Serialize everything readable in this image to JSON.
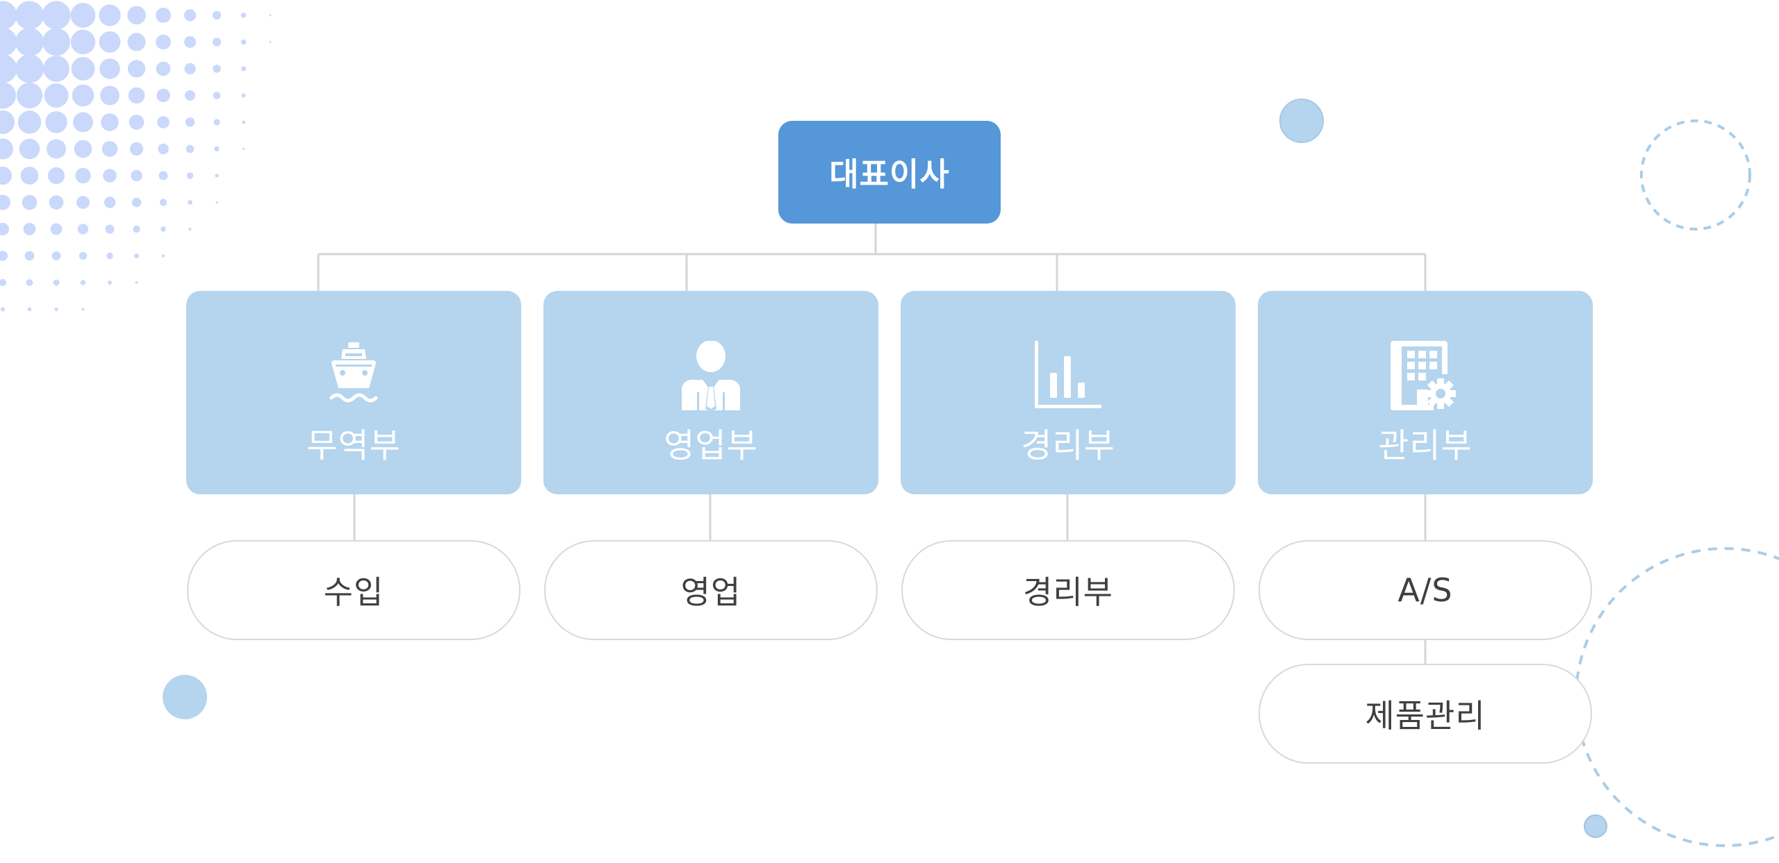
{
  "colors": {
    "ceo_fill": "#5597d8",
    "dept_fill": "#b5d4ed",
    "connector": "#d5d5d5",
    "pill_border": "#d8d8d8",
    "pill_text": "#3f3f3f",
    "accent_dots": "#c9d8fb",
    "deco_circle": "#b5d4ed"
  },
  "org_chart": {
    "root": {
      "label": "대표이사"
    },
    "departments": [
      {
        "label": "무역부",
        "icon": "ship-icon",
        "subunits": [
          "수입"
        ]
      },
      {
        "label": "영업부",
        "icon": "businessman-icon",
        "subunits": [
          "영업"
        ]
      },
      {
        "label": "경리부",
        "icon": "bar-chart-icon",
        "subunits": [
          "경리부"
        ]
      },
      {
        "label": "관리부",
        "icon": "building-gear-icon",
        "subunits": [
          "A/S",
          "제품관리"
        ]
      }
    ]
  }
}
